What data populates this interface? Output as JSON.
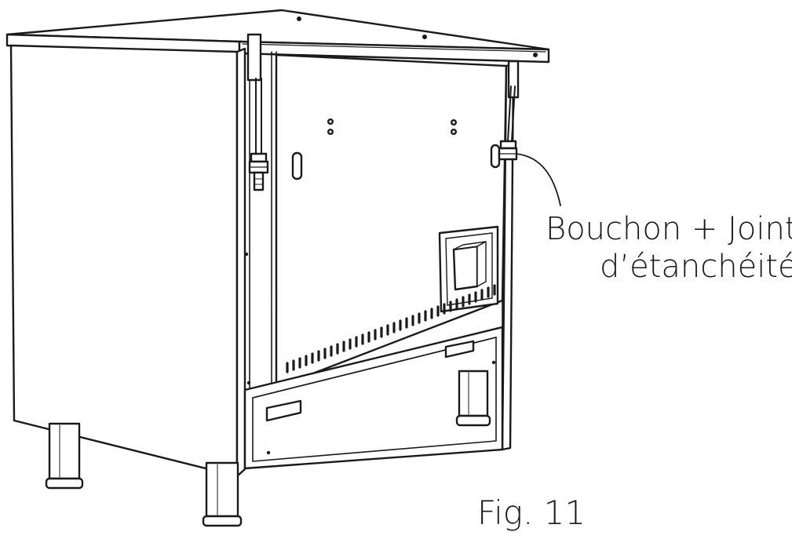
{
  "callout": {
    "line1": "Bouchon + Joint",
    "line2": "d’étanchéité"
  },
  "caption": "Fig. 11",
  "colors": {
    "stroke": "#1a1a1a",
    "background": "#ffffff"
  },
  "icons": [
    "appliance-cabinet-drawing",
    "leader-line"
  ]
}
